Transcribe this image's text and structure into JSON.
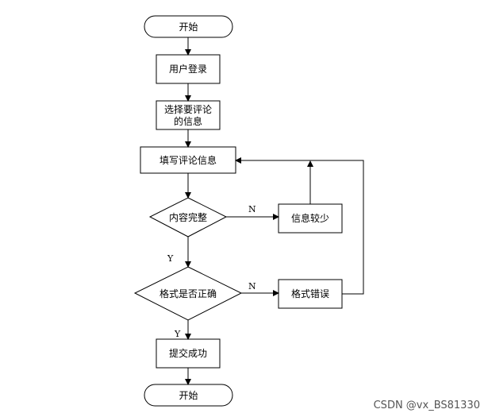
{
  "nodes": {
    "start": "开始",
    "login": "用户登录",
    "select_line1": "选择要评论",
    "select_line2": "的信息",
    "fill": "填写评论信息",
    "complete_check": "内容完整",
    "too_little": "信息较少",
    "format_check": "格式是否正确",
    "format_error": "格式错误",
    "success": "提交成功",
    "end": "开始"
  },
  "edge_labels": {
    "complete_no": "N",
    "complete_yes": "Y",
    "format_no": "N",
    "format_yes": "Y"
  },
  "watermark": "CSDN @vx_BS81330"
}
